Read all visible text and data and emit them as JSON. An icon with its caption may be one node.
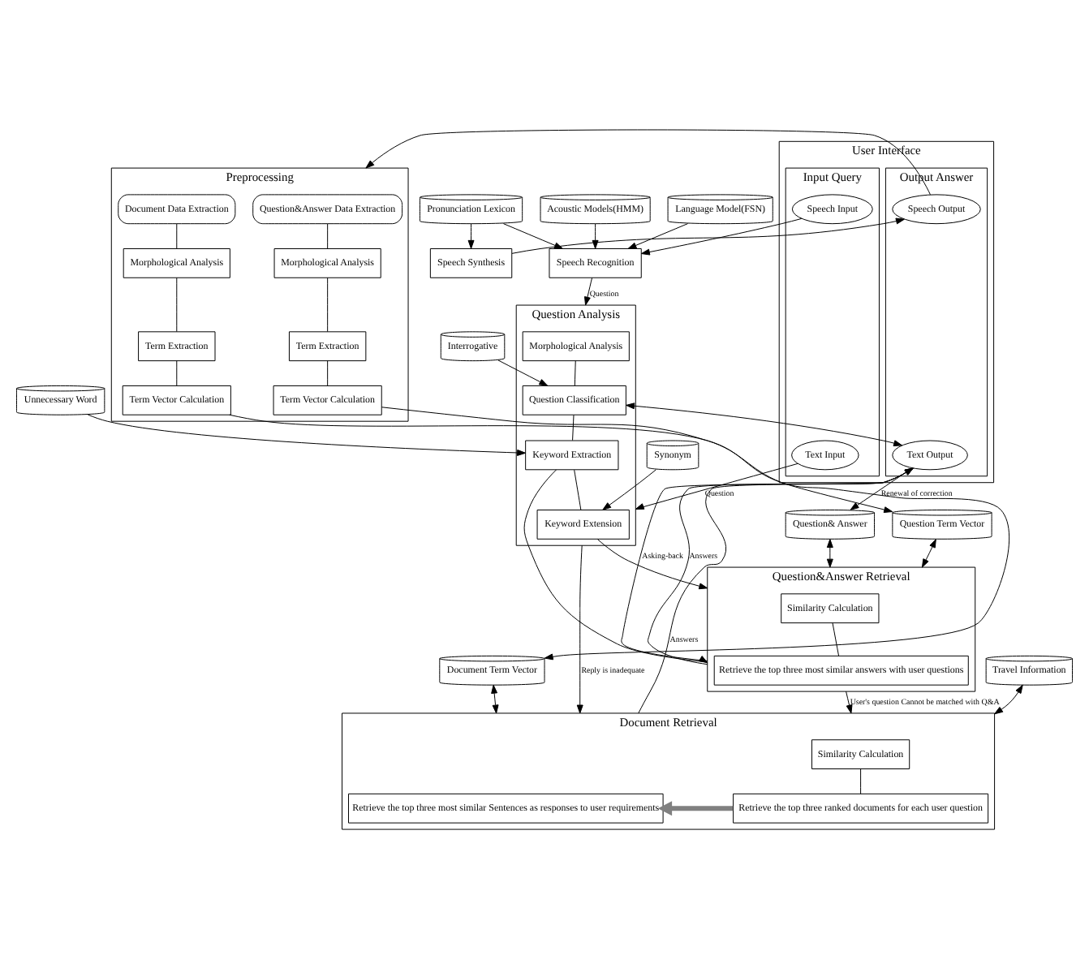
{
  "diagram": {
    "nodes": [
      {
        "text": [
          "User Interface"
        ]
      },
      {
        "text": [
          "Input Query"
        ],
        "in": 0
      },
      {
        "text": [
          "Speech Input"
        ],
        "in": 1
      },
      {
        "text": [
          "Text Input"
        ],
        "in": 1
      },
      {
        "text": [
          "Output Answer"
        ],
        "in": 0
      },
      {
        "text": [
          "Text Output"
        ],
        "in": 4
      },
      {
        "text": [
          "Speech Output"
        ],
        "in": 4
      },
      {
        "text": [
          "Acoustic Models(HMM)"
        ]
      },
      {
        "text": [
          "Language Model(FSN)"
        ]
      },
      {
        "text": [
          "Speech Recognition"
        ]
      },
      {
        "text": [
          "Pronunciation Lexicon"
        ]
      },
      {
        "text": [
          "Speech Synthesis"
        ]
      },
      {
        "text": [
          "Question Analysis"
        ]
      },
      {
        "text": [
          "Morphological Analysis"
        ],
        "in": 12
      },
      {
        "text": [
          "Question Classification"
        ],
        "in": 12
      },
      {
        "text": [
          "Keyword Extraction"
        ],
        "in": 12
      },
      {
        "text": [
          "Keyword Extension"
        ],
        "in": 12
      },
      {
        "text": [
          "Interrogative"
        ]
      },
      {
        "text": [
          "Unnecessary Word"
        ]
      },
      {
        "text": [
          "Synonym"
        ]
      },
      {
        "text": [
          "Question& Answer"
        ]
      },
      {
        "text": [
          "Question Term Vector"
        ]
      },
      {
        "text": [
          "Travel Information"
        ]
      },
      {
        "text": [
          "Document Term Vector"
        ]
      },
      {
        "text": [
          "Preprocessing"
        ]
      },
      {
        "text": [
          "Question&Answer Data Extraction"
        ],
        "in": 24
      },
      {
        "text": [
          "Morphological Analysis"
        ],
        "in": 24
      },
      {
        "text": [
          "Term Extraction"
        ],
        "in": 24
      },
      {
        "text": [
          "Term Vector Calculation"
        ],
        "in": 24
      },
      {
        "text": [
          "Document Data Extraction"
        ],
        "in": 24
      },
      {
        "text": [
          "Morphological Analysis"
        ],
        "in": 24
      },
      {
        "text": [
          "Term Extraction"
        ],
        "in": 24
      },
      {
        "text": [
          "Term Vector Calculation"
        ],
        "in": 24
      },
      {
        "text": [
          "Question&Answer Retrieval"
        ]
      },
      {
        "text": [
          "Similarity Calculation"
        ],
        "in": 33
      },
      {
        "text": [
          "Retrieve the top three most similar answers with user questions"
        ],
        "in": 33
      },
      {
        "text": [
          "Document Retrieval"
        ]
      },
      {
        "text": [
          "Similarity Calculation"
        ],
        "in": 36
      },
      {
        "text": [
          "Retrieve the top three ranked documents for each user question"
        ],
        "in": 36
      },
      {
        "text": [
          "Retrieve the top three most similar Sentences as responses to user requirements"
        ],
        "in": 36
      }
    ],
    "edges": [
      {
        "from": 2,
        "to": 9,
        "arrow": "to"
      },
      {
        "from": 3,
        "to": 12,
        "arrow": "to",
        "label": "Question"
      },
      {
        "from": 9,
        "to": 12,
        "arrow": "to",
        "label": "Question"
      },
      {
        "from": 7,
        "to": 9,
        "arrow": "to"
      },
      {
        "from": 8,
        "to": 9,
        "arrow": "to"
      },
      {
        "from": 10,
        "to": 9,
        "arrow": "to"
      },
      {
        "from": 10,
        "to": 11,
        "arrow": "to"
      },
      {
        "from": 11,
        "to": 6,
        "arrow": "to"
      },
      {
        "from": 6,
        "to": 24,
        "arrow": "to"
      },
      {
        "from": 13,
        "to": 14,
        "arrow": "none"
      },
      {
        "from": 14,
        "to": 15,
        "arrow": "none"
      },
      {
        "from": 15,
        "to": 16,
        "arrow": "none"
      },
      {
        "from": 17,
        "to": 14,
        "arrow": "to"
      },
      {
        "from": 18,
        "to": 15,
        "arrow": "to"
      },
      {
        "from": 19,
        "to": 16,
        "arrow": "to"
      },
      {
        "from": 14,
        "to": 5,
        "arrow": "both"
      },
      {
        "from": 33,
        "to": 5,
        "arrow": "to",
        "label": "Asking-back"
      },
      {
        "from": 33,
        "to": 5,
        "arrow": "to",
        "label": "Answers"
      },
      {
        "from": 36,
        "to": 5,
        "arrow": "to",
        "label": "Answers"
      },
      {
        "from": 5,
        "to": 20,
        "arrow": "to",
        "label": "Renewal of correction"
      },
      {
        "from": 20,
        "to": 33,
        "arrow": "both"
      },
      {
        "from": 21,
        "to": 33,
        "arrow": "both"
      },
      {
        "from": 22,
        "to": 36,
        "arrow": "both"
      },
      {
        "from": 23,
        "to": 36,
        "arrow": "both"
      },
      {
        "from": 28,
        "to": 21,
        "arrow": "to"
      },
      {
        "from": 32,
        "to": 23,
        "arrow": "to"
      },
      {
        "from": 25,
        "to": 26,
        "arrow": "none"
      },
      {
        "from": 26,
        "to": 27,
        "arrow": "none"
      },
      {
        "from": 27,
        "to": 28,
        "arrow": "none"
      },
      {
        "from": 29,
        "to": 30,
        "arrow": "none"
      },
      {
        "from": 30,
        "to": 31,
        "arrow": "none"
      },
      {
        "from": 31,
        "to": 32,
        "arrow": "none"
      },
      {
        "from": 16,
        "to": 33,
        "arrow": "to"
      },
      {
        "from": 15,
        "to": 33,
        "arrow": "to"
      },
      {
        "from": 34,
        "to": 35,
        "arrow": "none"
      },
      {
        "from": 37,
        "to": 38,
        "arrow": "none"
      },
      {
        "from": 38,
        "to": 39,
        "arrow": "to",
        "style": "thick",
        "color": "#808080"
      },
      {
        "from": 12,
        "to": 36,
        "arrow": "to",
        "label": "Reply is inadequate"
      },
      {
        "from": 33,
        "to": 36,
        "arrow": "to",
        "label": "User's question Cannot be matched with Q&A"
      }
    ]
  }
}
